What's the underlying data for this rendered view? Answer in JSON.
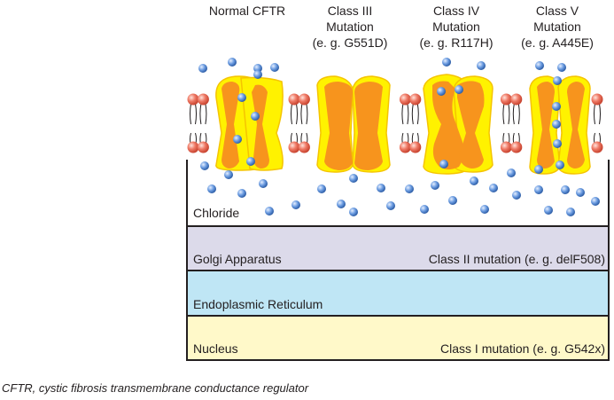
{
  "headers": [
    {
      "lines": [
        "Normal CFTR"
      ]
    },
    {
      "lines": [
        "Class III",
        "Mutation",
        "(e. g. G551D)"
      ]
    },
    {
      "lines": [
        "Class IV",
        "Mutation",
        "(e. g. R117H)"
      ]
    },
    {
      "lines": [
        "Class V",
        "Mutation",
        "(e. g. A445E)"
      ]
    }
  ],
  "compartments": {
    "cytoplasm_label": "Chloride",
    "golgi_label": "Golgi Apparatus",
    "golgi_mutation": "Class II mutation (e. g. delF508)",
    "er_label": "Endoplasmic Reticulum",
    "nucleus_label": "Nucleus",
    "nucleus_mutation": "Class I mutation (e. g. G542x)"
  },
  "caption": "CFTR, cystic fibrosis transmembrane conductance regulator",
  "colors": {
    "lipid_head": "#e8604c",
    "channel_outer": "#fff200",
    "channel_inner": "#f7941d",
    "chloride_ion": "#5b8fd6",
    "golgi_fill": "#dcdaea",
    "er_fill": "#bfe6f5",
    "nucleus_fill": "#fff9c9",
    "cytoplasm_fill": "#ffffff"
  }
}
